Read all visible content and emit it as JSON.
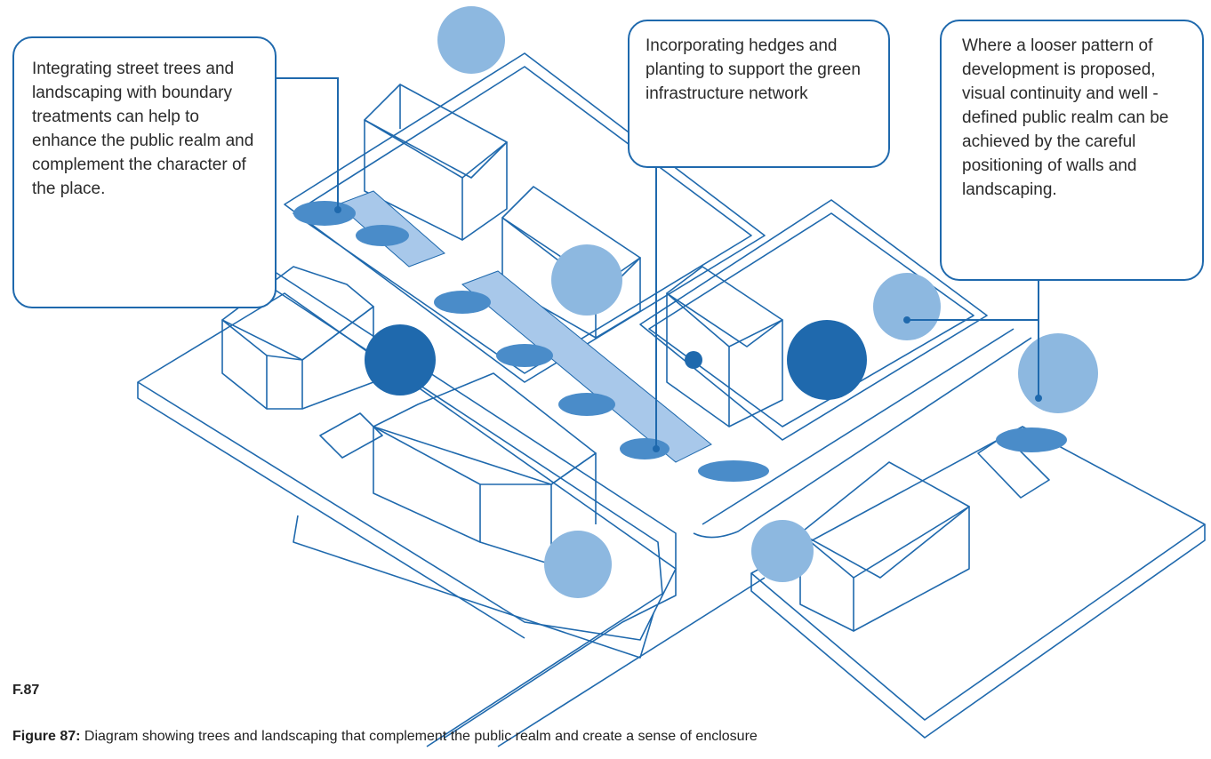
{
  "callouts": [
    "Integrating street trees and landscaping with boundary treatments can help to enhance the public realm and complement the character of the place.",
    "Incorporating hedges and planting to support the green infrastructure network",
    "Where a looser pattern of development is proposed, visual continuity and well - defined public realm can be achieved by the careful positioning of walls and landscaping."
  ],
  "figure": {
    "id": "F.87",
    "label": "Figure 87:",
    "caption": " Diagram showing trees and landscaping that complement the public realm and create a sense of enclosure"
  },
  "colors": {
    "line": "#1f69ad",
    "tree_dark": "#1f69ad",
    "tree_mid": "#4a8cc9",
    "tree_light": "#8db8e0",
    "area_fill": "#a8c8ea"
  }
}
